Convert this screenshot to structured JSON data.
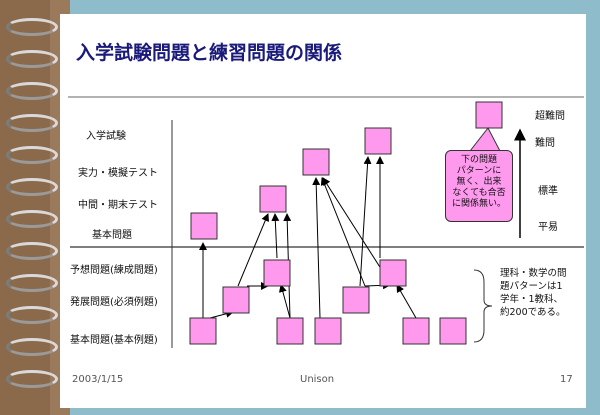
{
  "title": "入学試験問題と練習問題の関係",
  "upper_levels": [
    "入学試験",
    "実力・模擬テスト",
    "中間・期末テスト",
    "基本問題"
  ],
  "lower_levels": [
    "予想問題(練成問題)",
    "発展問題(必須例題)",
    "基本問題(基本例題)"
  ],
  "difficulty": [
    "超難問",
    "難問",
    "標準",
    "平易"
  ],
  "callout_text": [
    "下の問題",
    "パターンに",
    "無く、出来",
    "なくても合否",
    "に関係無い。"
  ],
  "note_text": [
    "理科・数学の問",
    "題パターンは1",
    "学年・1教科、",
    "約200である。"
  ],
  "footer": {
    "date": "2003/1/15",
    "center": "Unison",
    "page": "17"
  },
  "colors": {
    "box_fill": "#ff99ee",
    "title": "#1a1a7a"
  }
}
